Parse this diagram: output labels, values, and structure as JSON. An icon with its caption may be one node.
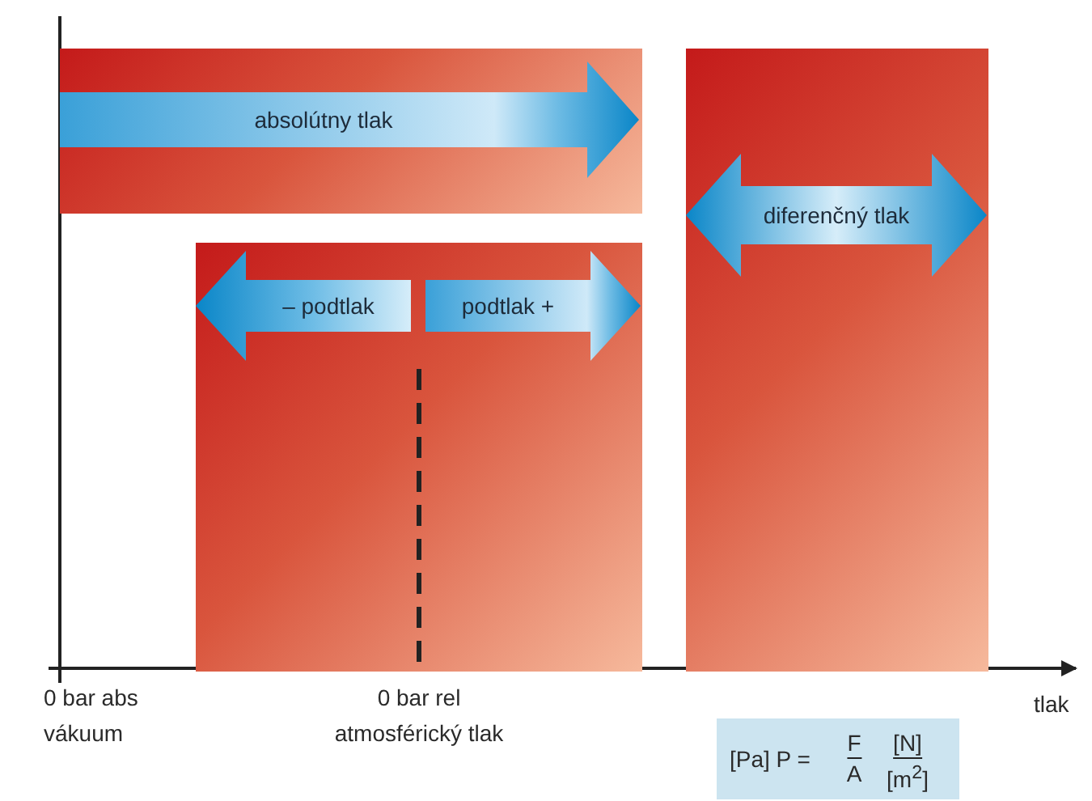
{
  "diagram": {
    "nodes": [
      {
        "text": [],
        "shape": "box"
      },
      {
        "text": [
          "absolútny tlak"
        ],
        "in": 0
      },
      {
        "text": [],
        "shape": "box"
      },
      {
        "text": [
          "– podtlak"
        ],
        "in": 2
      },
      {
        "text": [
          "podtlak +"
        ],
        "in": 2
      },
      {
        "text": [],
        "shape": "box"
      },
      {
        "text": [
          "diferenčný tlak"
        ],
        "in": 5
      }
    ],
    "edges": [],
    "labels": [
      "0 bar abs",
      "vákuum",
      "0 bar rel",
      "atmosférický tlak",
      "tlak",
      "[Pa] P =",
      "F",
      "A",
      "[N]",
      "[m$^{2}$]"
    ]
  }
}
